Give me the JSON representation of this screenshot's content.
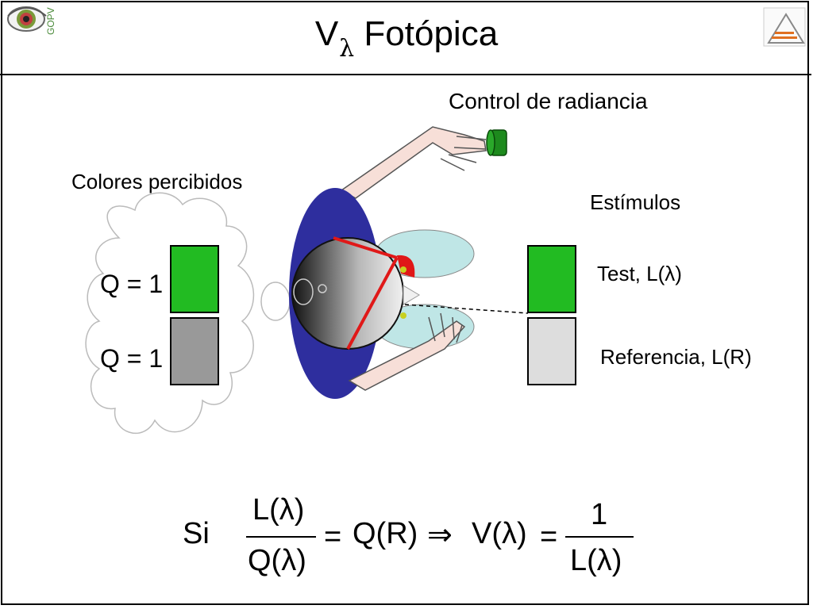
{
  "slide": {
    "title_main": "V",
    "title_sub": "λ",
    "title_rest": "Fotópica"
  },
  "logos": {
    "left_text": "GOPV",
    "left_icon": "eye-logo-icon",
    "right_icon": "triangle-logo-icon"
  },
  "labels": {
    "control": "Control de radiancia",
    "perceived": "Colores percibidos",
    "stimuli": "Estímulos",
    "test": "Test, L(λ)",
    "reference": "Referencia, L(R)"
  },
  "perceived": {
    "q1": "Q = 1",
    "q2": "Q = 1"
  },
  "colors": {
    "test_green": "#22bb22",
    "perceived_gray": "#999999",
    "reference_gray": "#dddddd",
    "body_blue": "#2e2e9e",
    "cyan": "#bfe6e6",
    "red": "#e01818",
    "knob_green": "#1d8a1d"
  },
  "equation": {
    "si": "Si",
    "frac1_num": "L(λ)",
    "frac1_den": "Q(λ)",
    "eq1": "=",
    "qr": "Q(R)",
    "implies": "⇒",
    "v": "V(λ)",
    "eq2": "=",
    "frac2_num": "1",
    "frac2_den": "L(λ)"
  }
}
